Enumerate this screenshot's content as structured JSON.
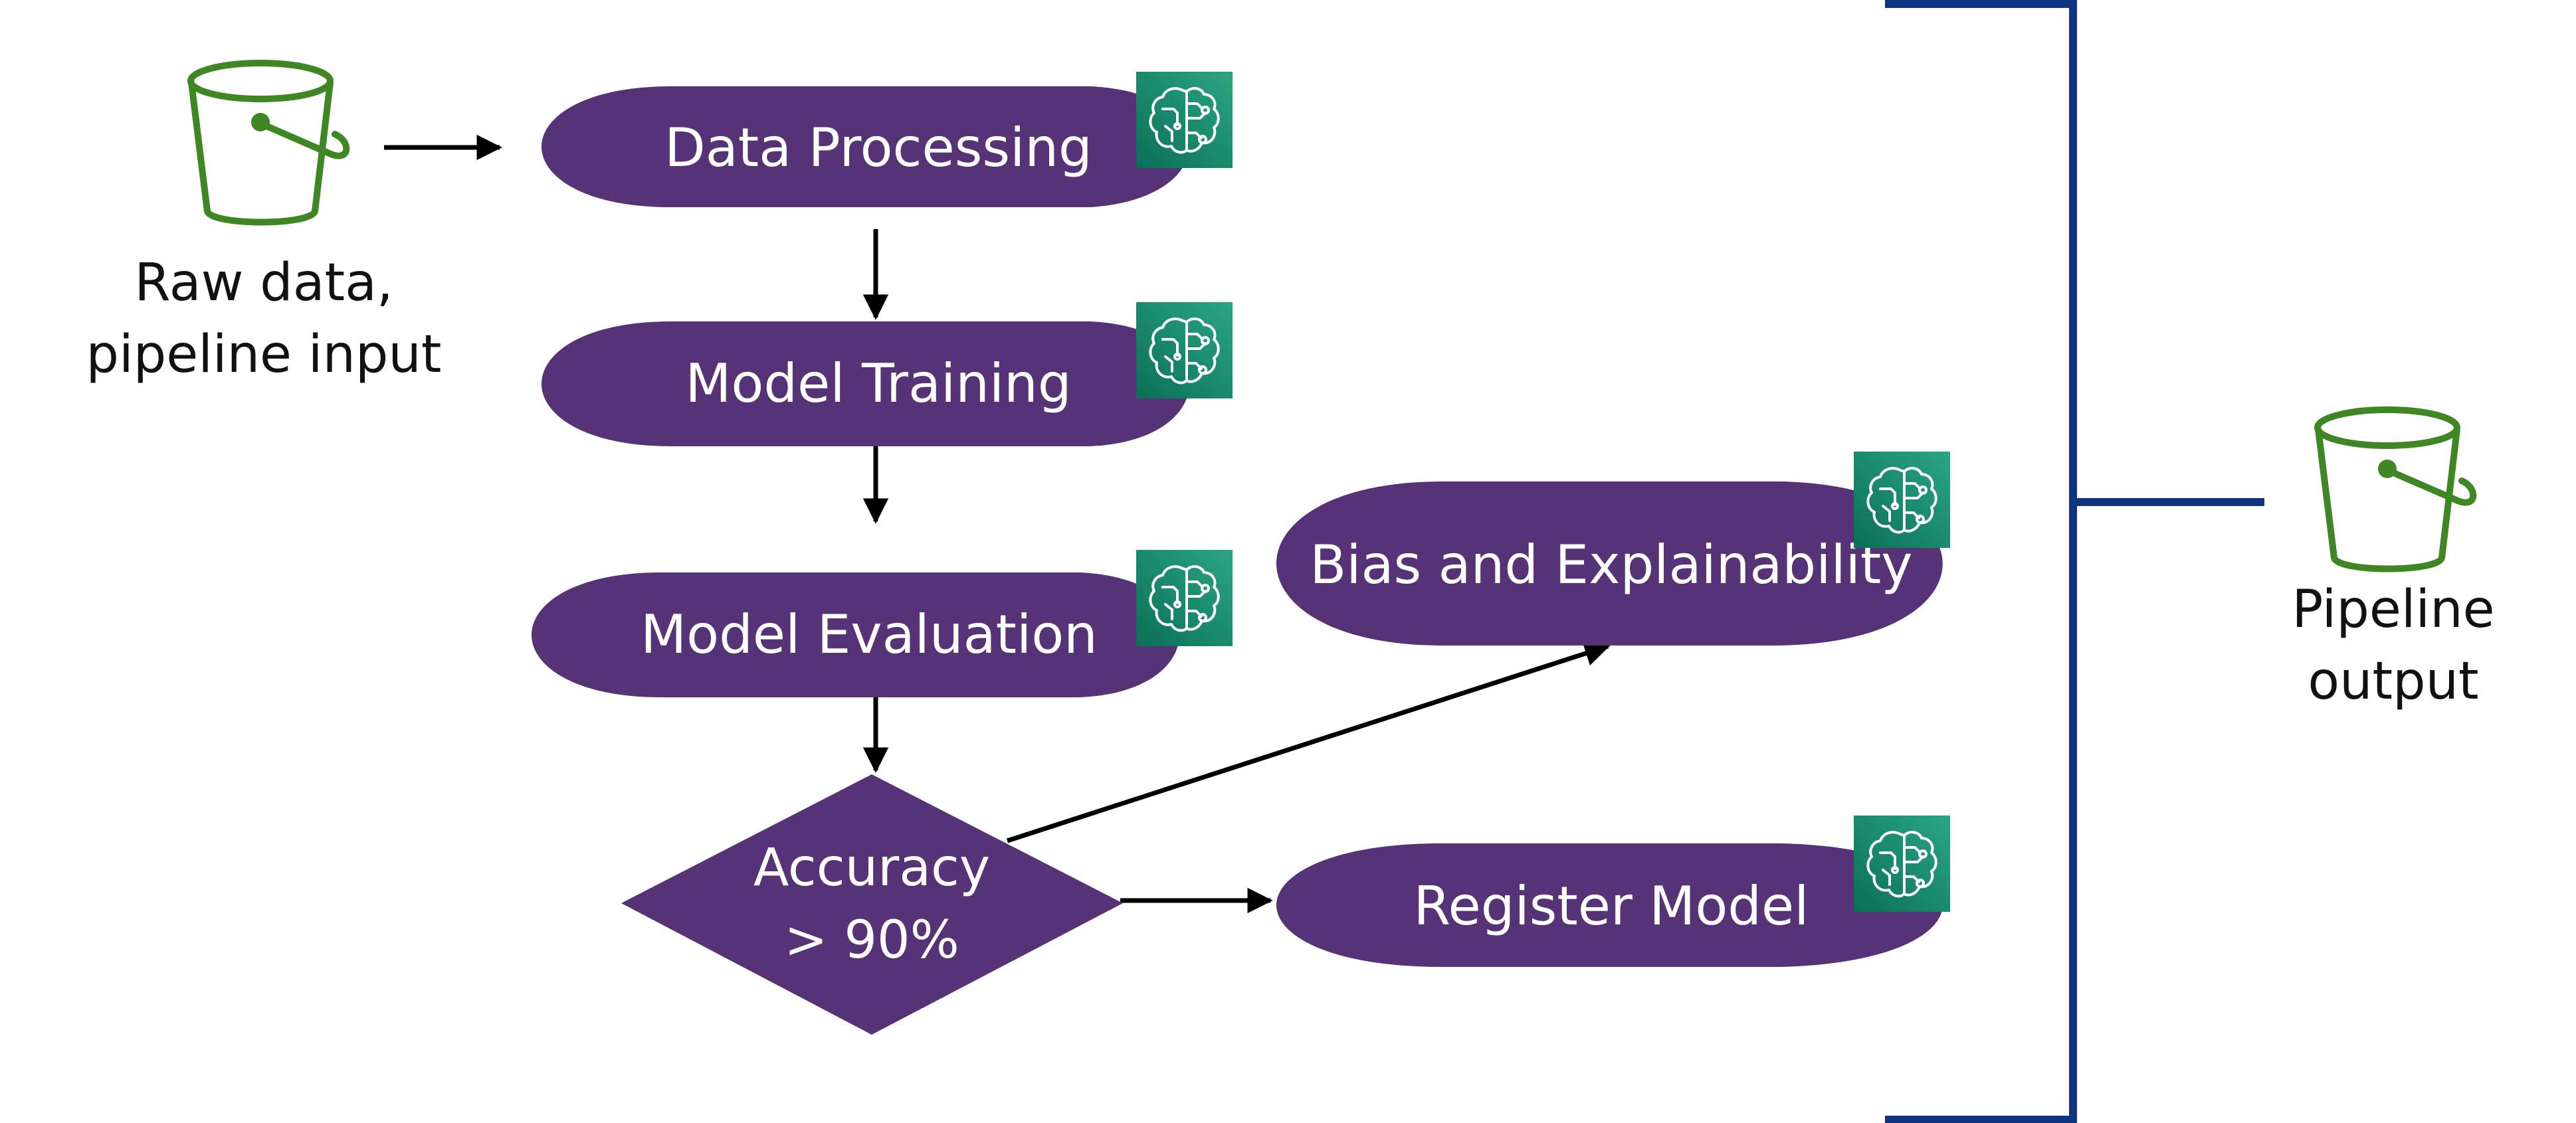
{
  "input": {
    "label_line1": "Raw data,",
    "label_line2": "pipeline input",
    "icon": "bucket-icon"
  },
  "output": {
    "label_line1": "Pipeline",
    "label_line2": "output",
    "icon": "bucket-icon"
  },
  "steps": {
    "data_processing": "Data Processing",
    "model_training": "Model Training",
    "model_evaluation": "Model Evaluation",
    "bias_explainability": "Bias and Explainability",
    "register_model": "Register Model"
  },
  "condition": {
    "line1": "Accuracy",
    "line2": "> 90%"
  },
  "step_icon": "sagemaker-brain-icon",
  "colors": {
    "step_fill": "#563277",
    "icon_fill": "#1c8a6c",
    "bucket_stroke": "#3f8624",
    "bracket_stroke": "#0f3480",
    "arrow": "#000000"
  }
}
